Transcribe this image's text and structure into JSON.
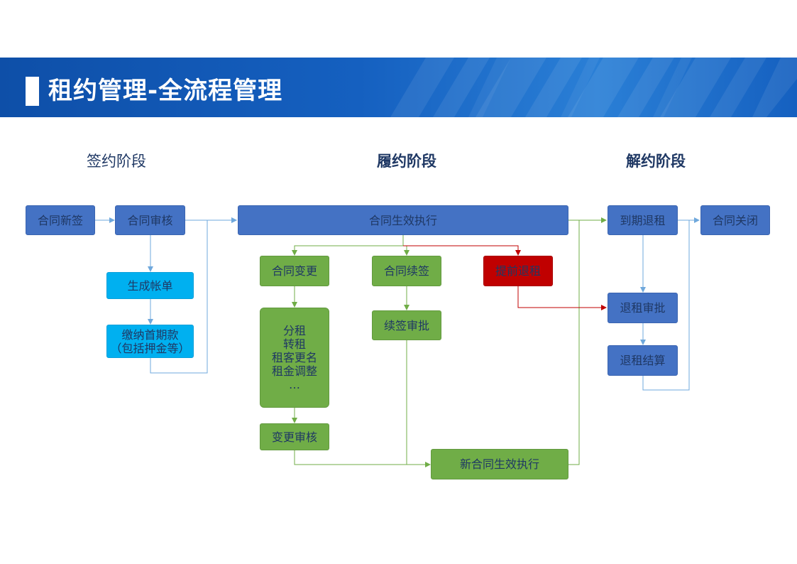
{
  "header": {
    "title": "租约管理-全流程管理"
  },
  "stages": {
    "signing": "签约阶段",
    "performance": "履约阶段",
    "termination": "解约阶段"
  },
  "nodes": {
    "contract_new": "合同新签",
    "contract_review": "合同审核",
    "generate_bill": "生成帐单",
    "first_payment_line1": "缴纳首期款",
    "first_payment_line2": "（包括押金等）",
    "contract_effective": "合同生效执行",
    "contract_change": "合同变更",
    "change_types": [
      "分租",
      "转租",
      "租客更名",
      "租金调整",
      "…"
    ],
    "change_review": "变更审核",
    "contract_renewal": "合同续签",
    "renewal_approval": "续签审批",
    "early_termination": "提前退租",
    "new_contract_effective": "新合同生效执行",
    "expiry_termination": "到期退租",
    "termination_approval": "退租审批",
    "termination_settlement": "退租结算",
    "contract_close": "合同关闭"
  },
  "colors": {
    "blue": "#4472c4",
    "cyan": "#00b0f0",
    "green": "#70ad47",
    "red": "#c00000",
    "connector_blue": "#6fa8dc",
    "connector_green": "#70ad47",
    "connector_red": "#c00000"
  }
}
